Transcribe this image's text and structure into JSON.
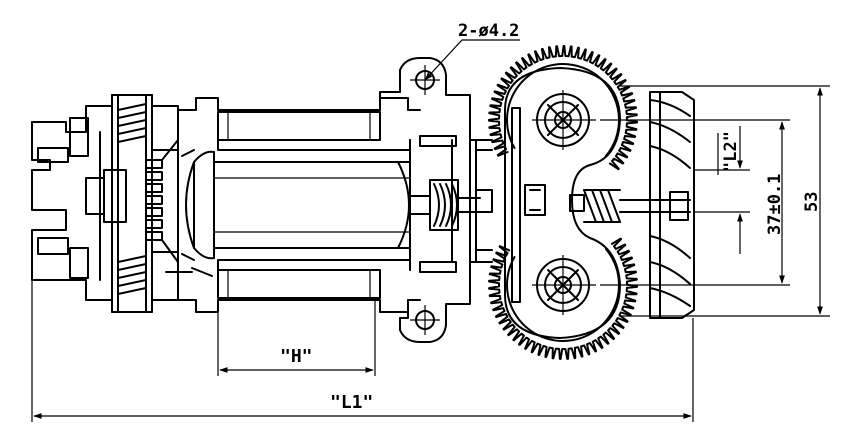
{
  "labels": {
    "hole_callout": "2-ø4.2",
    "dim_h": "\"H\"",
    "dim_l1": "\"L1\"",
    "dim_l2": "\"L2\"",
    "dim_37": "37±0.1",
    "dim_53": "53"
  }
}
